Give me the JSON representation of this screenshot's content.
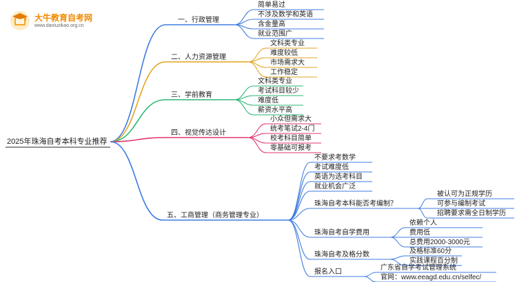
{
  "brand": {
    "title": "大牛教育自考网",
    "url": "www.daniuzikao.org.cn"
  },
  "colors": {
    "b1": "#3d7be0",
    "b2": "#e5a321",
    "b3": "#2bb673",
    "b4": "#e0336e",
    "b5": "#3d7be0"
  },
  "root": "2025年珠海自考本科专业推荐",
  "branches": [
    {
      "label": "一、行政管理",
      "children": [
        {
          "label": "简单易过"
        },
        {
          "label": "不涉及数学和英语"
        },
        {
          "label": "含金量高"
        },
        {
          "label": "就业范围广"
        }
      ]
    },
    {
      "label": "二、人力资源管理",
      "children": [
        {
          "label": "文科类专业"
        },
        {
          "label": "难度较低"
        },
        {
          "label": "市场需求大"
        },
        {
          "label": "工作稳定"
        }
      ]
    },
    {
      "label": "三、学前教育",
      "children": [
        {
          "label": "文科类专业"
        },
        {
          "label": "考试科目较少"
        },
        {
          "label": "难度低"
        },
        {
          "label": "薪资水平高"
        }
      ]
    },
    {
      "label": "四、视觉传达设计",
      "children": [
        {
          "label": "小众但需求大"
        },
        {
          "label": "统考笔试2-4门"
        },
        {
          "label": "校考科目简单"
        },
        {
          "label": "零基础可报考"
        }
      ]
    },
    {
      "label": "五、工商管理（商务管理专业）",
      "children": [
        {
          "label": "不要求考数学"
        },
        {
          "label": "考试难度低"
        },
        {
          "label": "英语为选考科目"
        },
        {
          "label": "就业机会广泛"
        },
        {
          "label": "珠海自考本科能否考编制？",
          "children": [
            {
              "label": "被认可为正规学历"
            },
            {
              "label": "可参与编制考试"
            },
            {
              "label": "招聘要求需全日制学历"
            }
          ]
        },
        {
          "label": "珠海自考自学费用",
          "children": [
            {
              "label": "依赖个人"
            },
            {
              "label": "费用低"
            },
            {
              "label": "总费用2000-3000元"
            }
          ]
        },
        {
          "label": "珠海自考及格分数",
          "children": [
            {
              "label": "及格标准60分"
            },
            {
              "label": "实践课程百分制"
            }
          ]
        },
        {
          "label": "报名入口",
          "children": [
            {
              "label": "广东省自学考试管理系统"
            },
            {
              "label": "官网：www.eeagd.edu.cn/selfec/"
            }
          ]
        }
      ]
    }
  ]
}
